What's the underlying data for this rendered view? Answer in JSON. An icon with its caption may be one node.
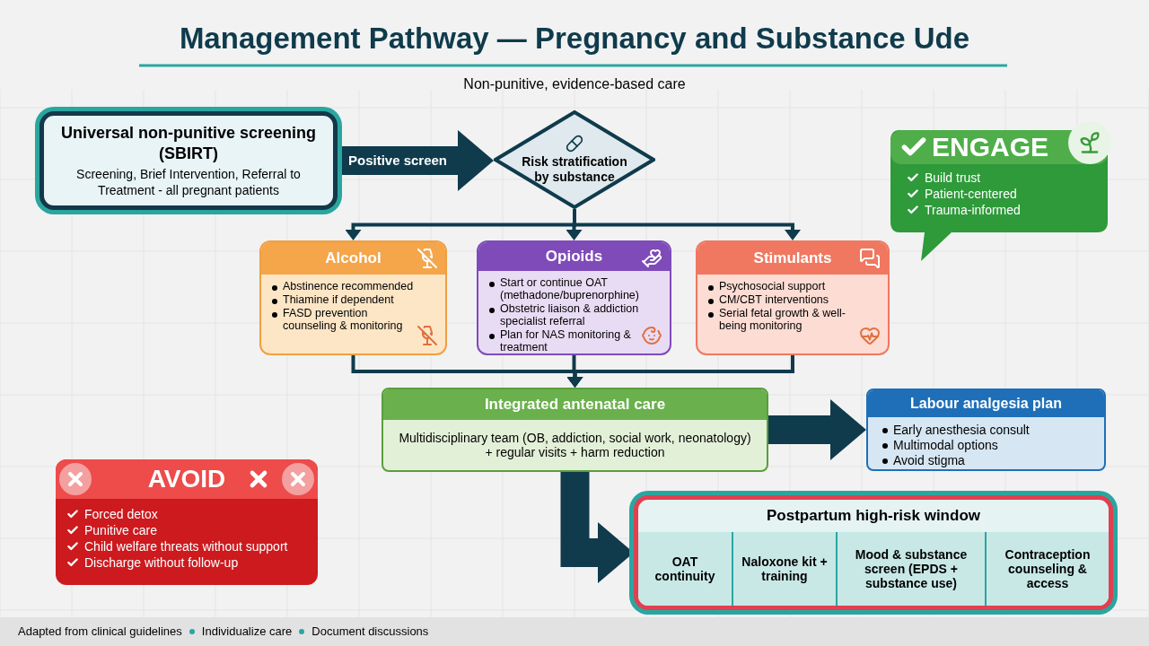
{
  "diagram": {
    "title": "Management Pathway — Pregnancy and Substance Ude",
    "caption": "Non-punitive, evidence-based care",
    "nodes": [
      {
        "text": [
          "Universal non-punitive screening (SBIRT)",
          "Screening, Brief Intervention, Referral to Treatment - all pregnant patients"
        ]
      },
      {
        "text": [
          "Risk stratification by substance"
        ]
      },
      {
        "text": [
          "Alcohol",
          "Abstinence recommended",
          "Thiamine if dependent",
          "FASD prevention counseling & monitoring"
        ]
      },
      {
        "text": [
          "Opioids",
          "Start or continue OAT (methadone/buprenorphine)",
          "Obstetric liaison & addiction specialist referral",
          "Plan for NAS monitoring & treatment"
        ]
      },
      {
        "text": [
          "Stimulants",
          "Psychosocial support",
          "CM/CBT interventions",
          "Serial fetal growth & well-being monitoring"
        ]
      },
      {
        "text": [
          "Integrated antenatal care",
          "Multidisciplinary team (OB, addiction, social work, neonatology) + regular visits + harm reduction"
        ]
      },
      {
        "text": [
          "Labour analgesia plan",
          "Early anesthesia consult",
          "Multimodal options",
          "Avoid stigma"
        ]
      },
      {
        "text": [
          "Postpartum high-risk window"
        ]
      },
      {
        "text": [
          "OAT continuity"
        ],
        "in": 7
      },
      {
        "text": [
          "Naloxone kit + training"
        ],
        "in": 7
      },
      {
        "text": [
          "Mood & substance screen (EPDS + substance use)"
        ],
        "in": 7
      },
      {
        "text": [
          "Contraception counseling & access"
        ],
        "in": 7
      },
      {
        "text": [
          "ENGAGE",
          "Build trust",
          "Patient-centered",
          "Trauma-informed"
        ]
      },
      {
        "text": [
          "AVOID",
          "Forced detox",
          "Punitive care",
          "Child welfare threats without support",
          "Discharge without follow-up"
        ]
      }
    ],
    "edges": [
      {
        "from": 0,
        "to": 1,
        "arrow": "to",
        "label": "Positive screen",
        "style": "thick"
      },
      {
        "from": 1,
        "to": 2,
        "arrow": "to"
      },
      {
        "from": 1,
        "to": 3,
        "arrow": "to"
      },
      {
        "from": 1,
        "to": 4,
        "arrow": "to"
      },
      {
        "from": 2,
        "to": 5,
        "arrow": "to"
      },
      {
        "from": 3,
        "to": 5,
        "arrow": "to"
      },
      {
        "from": 4,
        "to": 5,
        "arrow": "to"
      },
      {
        "from": 5,
        "to": 6,
        "arrow": "to",
        "style": "thick"
      },
      {
        "from": 5,
        "to": 7,
        "arrow": "to",
        "style": "thick"
      }
    ],
    "labels": [
      "Adapted from clinical guidelines",
      "Individualize care",
      "Document discussions"
    ]
  }
}
